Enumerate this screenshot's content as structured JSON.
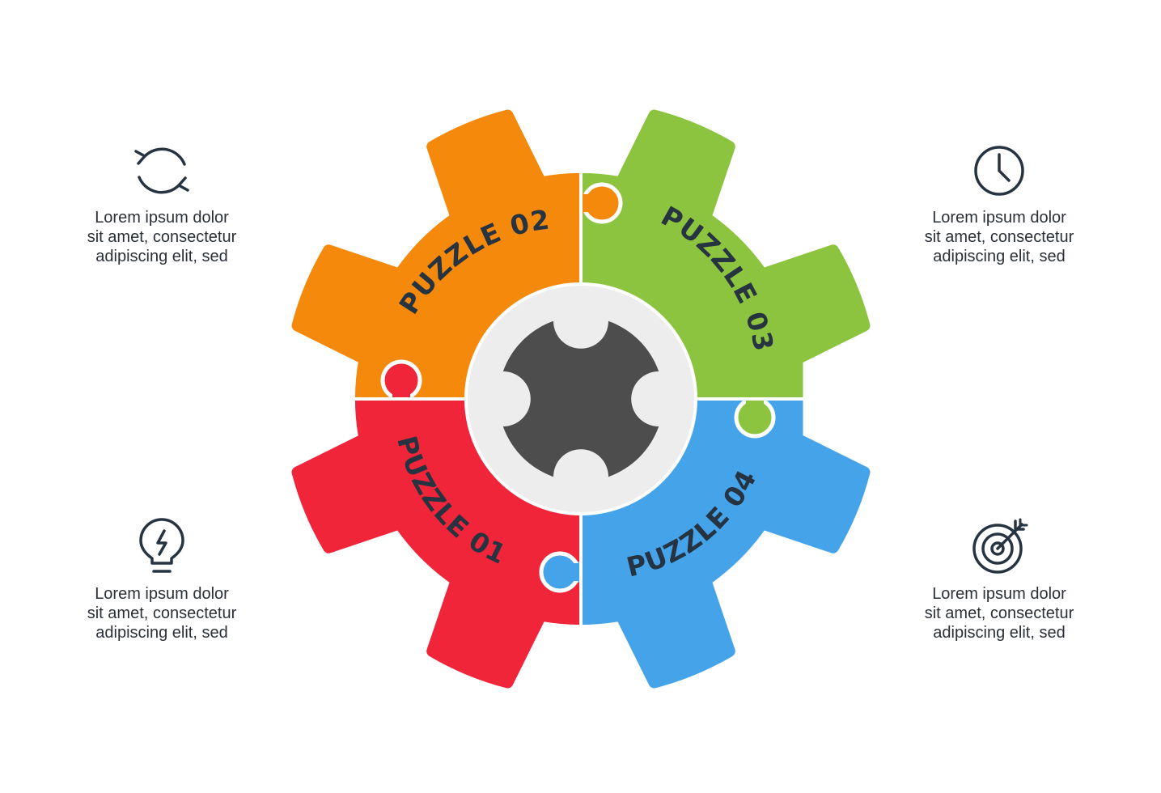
{
  "diagram": {
    "segments": [
      {
        "id": "01",
        "label": "PUZZLE 01",
        "color": "#f0253a"
      },
      {
        "id": "02",
        "label": "PUZZLE 02",
        "color": "#f5890b"
      },
      {
        "id": "03",
        "label": "PUZZLE 03",
        "color": "#8cc43f"
      },
      {
        "id": "04",
        "label": "PUZZLE 04",
        "color": "#45a3ea"
      }
    ],
    "hub_color": "#4d4d4d",
    "ring_color": "#ededed"
  },
  "items": {
    "top_left": {
      "icon": "refresh-cycle-icon",
      "lines": [
        "Lorem ipsum dolor",
        "sit amet, consectetur",
        "adipiscing elit, sed"
      ]
    },
    "top_right": {
      "icon": "clock-icon",
      "lines": [
        "Lorem ipsum dolor",
        "sit amet, consectetur",
        "adipiscing elit, sed"
      ]
    },
    "bottom_left": {
      "icon": "lightbulb-icon",
      "lines": [
        "Lorem ipsum dolor",
        "sit amet, consectetur",
        "adipiscing elit, sed"
      ]
    },
    "bottom_right": {
      "icon": "target-arrow-icon",
      "lines": [
        "Lorem ipsum dolor",
        "sit amet, consectetur",
        "adipiscing elit, sed"
      ]
    }
  },
  "colors": {
    "text": "#2b3038",
    "icon_stroke": "#263341"
  }
}
